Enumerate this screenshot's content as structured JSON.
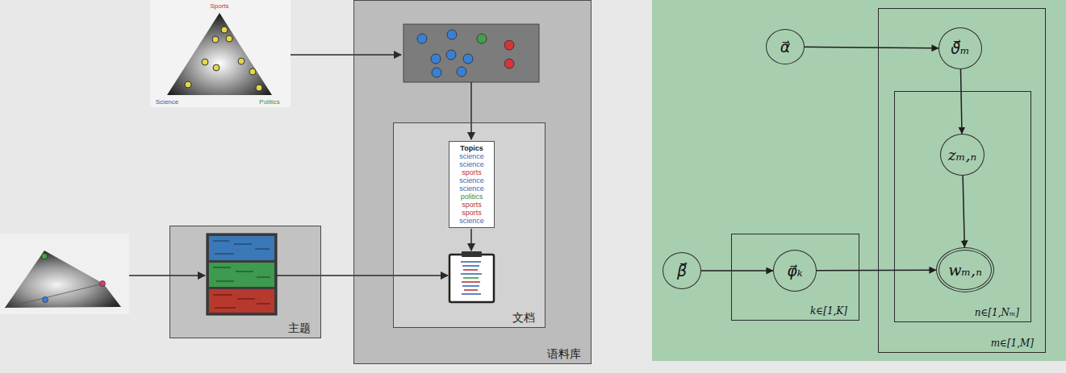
{
  "diagram": {
    "nodes": [
      {
        "text": [
          "语料库"
        ]
      },
      {
        "text": [
          "文档"
        ],
        "in": 0
      },
      {
        "text": [
          "Topics",
          "science",
          "science",
          "sports",
          "science",
          "science",
          "politics",
          "sports",
          "sports",
          "science"
        ],
        "in": 1
      },
      {
        "text": [
          "主题"
        ]
      },
      {
        "text": [
          "α⃗"
        ]
      },
      {
        "text": [
          "m∈[1,M]"
        ]
      },
      {
        "text": [
          "ϑ⃗ₘ"
        ],
        "in": 5
      },
      {
        "text": [
          "n∈[1,Nₘ]"
        ],
        "in": 5
      },
      {
        "text": [
          "zₘ,ₙ"
        ],
        "in": 7
      },
      {
        "text": [
          "wₘ,ₙ"
        ],
        "in": 7
      },
      {
        "text": [
          "β⃗"
        ]
      },
      {
        "text": [
          "k∈[1,K]"
        ]
      },
      {
        "text": [
          "φ⃗ₖ"
        ],
        "in": 11
      }
    ],
    "edges": [
      {
        "from": 4,
        "to": 6,
        "arrow": "to"
      },
      {
        "from": 6,
        "to": 8,
        "arrow": "to"
      },
      {
        "from": 8,
        "to": 9,
        "arrow": "to"
      },
      {
        "from": 10,
        "to": 12,
        "arrow": "to"
      },
      {
        "from": 12,
        "to": 9,
        "arrow": "to"
      }
    ],
    "labels": [
      "Sports",
      "Science",
      "Politics"
    ]
  }
}
